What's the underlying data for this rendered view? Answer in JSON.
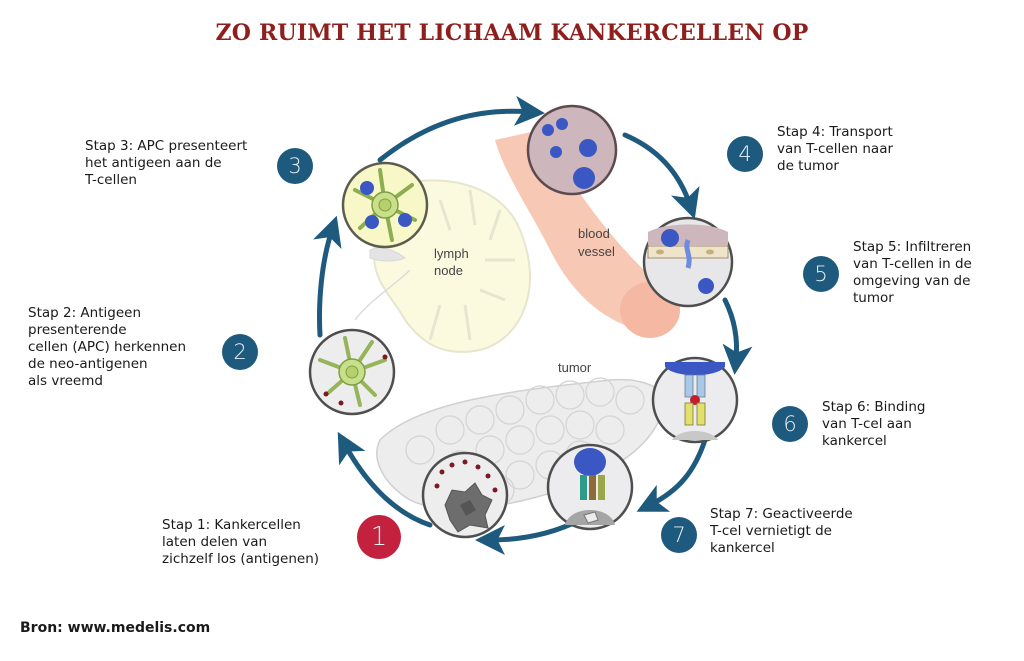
{
  "title": "ZO RUIMT HET LICHAAM KANKERCELLEN OP",
  "steps": [
    {
      "number": "1",
      "lines": [
        "Stap 1: Kankercellen",
        "laten delen van",
        "zichzelf los (antigenen)"
      ]
    },
    {
      "number": "2",
      "lines": [
        "Stap 2: Antigeen",
        "presenterende",
        "cellen (APC) herkennen",
        "de neo-antigenen",
        "als vreemd"
      ]
    },
    {
      "number": "3",
      "lines": [
        "Stap 3: APC presenteert",
        "het antigeen aan de",
        "T-cellen"
      ]
    },
    {
      "number": "4",
      "lines": [
        "Stap 4: Transport",
        "van T-cellen naar",
        "de tumor"
      ]
    },
    {
      "number": "5",
      "lines": [
        "Stap 5: Infiltreren",
        "van T-cellen in de",
        "omgeving van de",
        "tumor"
      ]
    },
    {
      "number": "6",
      "lines": [
        "Stap 6: Binding",
        "van T-cel aan",
        "kankercel"
      ]
    },
    {
      "number": "7",
      "lines": [
        "Stap 7: Geactiveerde",
        "T-cel vernietigt de",
        "kankercel"
      ]
    }
  ],
  "diagram_labels": {
    "lymph_node": [
      "lymph",
      "node"
    ],
    "blood_vessel": [
      "blood",
      "vessel"
    ],
    "tumor": "tumor"
  },
  "source": "Bron: www.medelis.com",
  "colors": {
    "title": "#8e1f1c",
    "badge": "#1e5a7e",
    "badge_step1": "#c3213d",
    "cycle_arrow": "#1e5a7e"
  }
}
